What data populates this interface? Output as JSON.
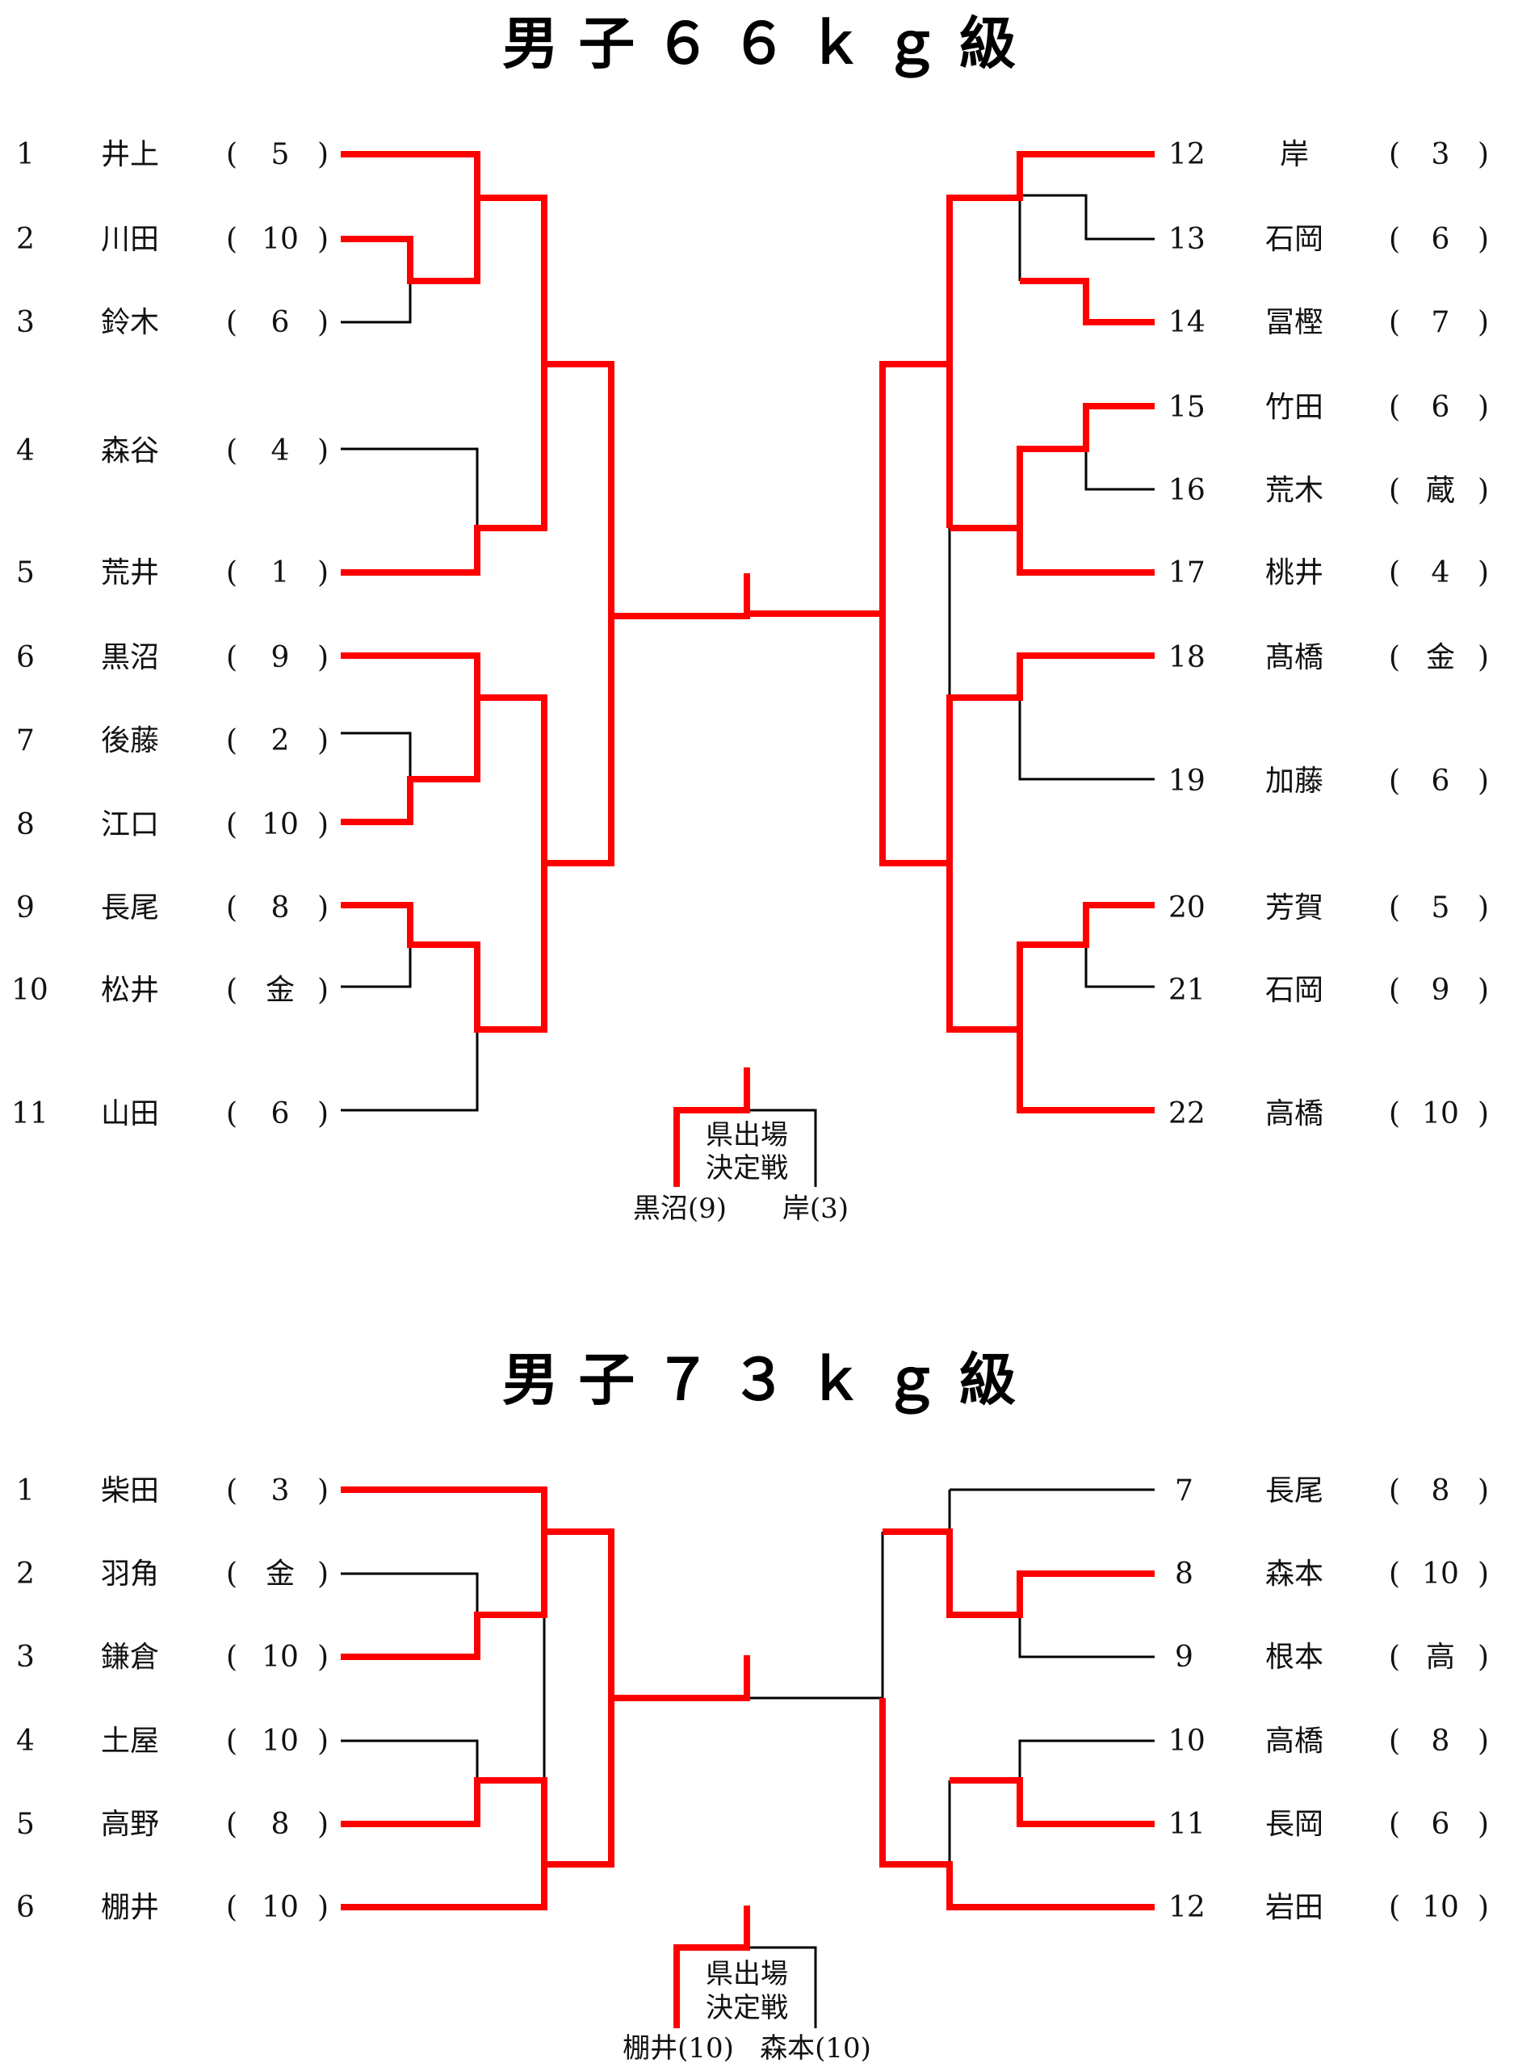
{
  "sections": [
    {
      "title": "男 子 ６ ６ ｋ ｇ 級",
      "left": [
        {
          "num": "1",
          "name": "井上",
          "team": "5"
        },
        {
          "num": "2",
          "name": "川田",
          "team": "10"
        },
        {
          "num": "3",
          "name": "鈴木",
          "team": "6"
        },
        {
          "num": "4",
          "name": "森谷",
          "team": "4"
        },
        {
          "num": "5",
          "name": "荒井",
          "team": "1"
        },
        {
          "num": "6",
          "name": "黒沼",
          "team": "9"
        },
        {
          "num": "7",
          "name": "後藤",
          "team": "2"
        },
        {
          "num": "8",
          "name": "江口",
          "team": "10"
        },
        {
          "num": "9",
          "name": "長尾",
          "team": "8"
        },
        {
          "num": "10",
          "name": "松井",
          "team": "金"
        },
        {
          "num": "11",
          "name": "山田",
          "team": "6"
        }
      ],
      "right": [
        {
          "num": "12",
          "name": "岸",
          "team": "3"
        },
        {
          "num": "13",
          "name": "石岡",
          "team": "6"
        },
        {
          "num": "14",
          "name": "冨樫",
          "team": "7"
        },
        {
          "num": "15",
          "name": "竹田",
          "team": "6"
        },
        {
          "num": "16",
          "name": "荒木",
          "team": "蔵"
        },
        {
          "num": "17",
          "name": "桃井",
          "team": "4"
        },
        {
          "num": "18",
          "name": "髙橋",
          "team": "金"
        },
        {
          "num": "19",
          "name": "加藤",
          "team": "6"
        },
        {
          "num": "20",
          "name": "芳賀",
          "team": "5"
        },
        {
          "num": "21",
          "name": "石岡",
          "team": "9"
        },
        {
          "num": "22",
          "name": "高橋",
          "team": "10"
        }
      ],
      "playoff": {
        "label_line1": "県出場",
        "label_line2": "決定戦",
        "left_name": "黒沼(9)",
        "right_name": "岸(3)"
      }
    },
    {
      "title": "男 子 ７ ３ ｋ ｇ 級",
      "left": [
        {
          "num": "1",
          "name": "柴田",
          "team": "3"
        },
        {
          "num": "2",
          "name": "羽角",
          "team": "金"
        },
        {
          "num": "3",
          "name": "鎌倉",
          "team": "10"
        },
        {
          "num": "4",
          "name": "土屋",
          "team": "10"
        },
        {
          "num": "5",
          "name": "高野",
          "team": "8"
        },
        {
          "num": "6",
          "name": "棚井",
          "team": "10"
        }
      ],
      "right": [
        {
          "num": "7",
          "name": "長尾",
          "team": "8"
        },
        {
          "num": "8",
          "name": "森本",
          "team": "10"
        },
        {
          "num": "9",
          "name": "根本",
          "team": "高"
        },
        {
          "num": "10",
          "name": "高橋",
          "team": "8"
        },
        {
          "num": "11",
          "name": "長岡",
          "team": "6"
        },
        {
          "num": "12",
          "name": "岩田",
          "team": "10"
        }
      ],
      "playoff": {
        "label_line1": "県出場",
        "label_line2": "決定戦",
        "left_name": "棚井(10)",
        "right_name": "森本(10)"
      }
    }
  ],
  "colors": {
    "win": "#ff0000",
    "line": "#000000"
  }
}
